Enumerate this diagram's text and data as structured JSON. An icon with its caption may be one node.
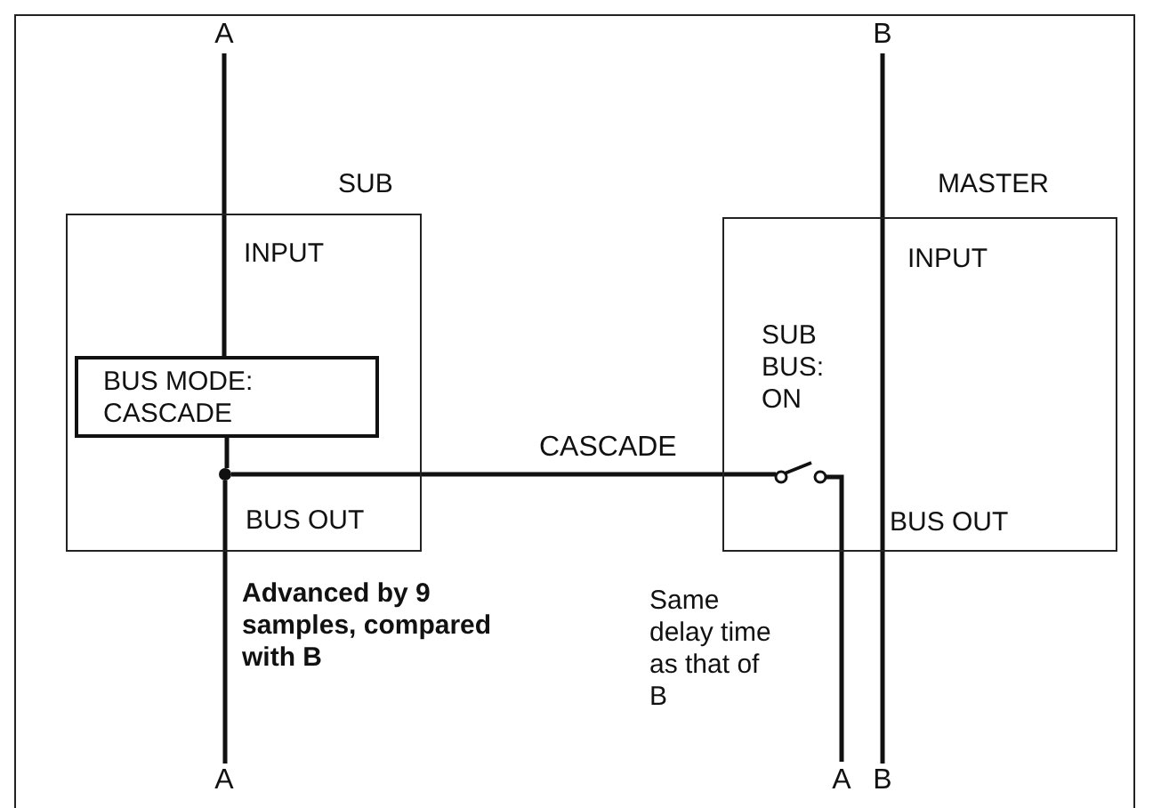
{
  "diagram": {
    "nodes": [
      {
        "text": [
          "SUB",
          "INPUT",
          "BUS OUT"
        ]
      },
      {
        "text": [
          "BUS MODE: CASCADE"
        ],
        "in": 0
      },
      {
        "text": [
          "MASTER",
          "INPUT",
          "SUB BUS: ON",
          "BUS OUT"
        ]
      },
      {
        "text": [
          "A"
        ]
      },
      {
        "text": [
          "B"
        ]
      },
      {
        "text": [
          "A"
        ]
      },
      {
        "text": [
          "A"
        ]
      },
      {
        "text": [
          "B"
        ]
      },
      {
        "text": [],
        "shape": "switch",
        "in": 2
      },
      {
        "text": [],
        "shape": "circle",
        "in": 0
      }
    ],
    "edges": [
      {
        "from": 3,
        "to": 1,
        "arrow": "none"
      },
      {
        "from": 1,
        "to": 9,
        "arrow": "none"
      },
      {
        "from": 9,
        "to": 5,
        "arrow": "none"
      },
      {
        "from": 9,
        "to": 8,
        "label": "CASCADE",
        "arrow": "none"
      },
      {
        "from": 8,
        "to": 6,
        "arrow": "none"
      },
      {
        "from": 4,
        "to": 7,
        "arrow": "none"
      }
    ],
    "labels": [
      "Advanced by 9 samples, compared with B",
      "Same delay time as that of B"
    ]
  }
}
